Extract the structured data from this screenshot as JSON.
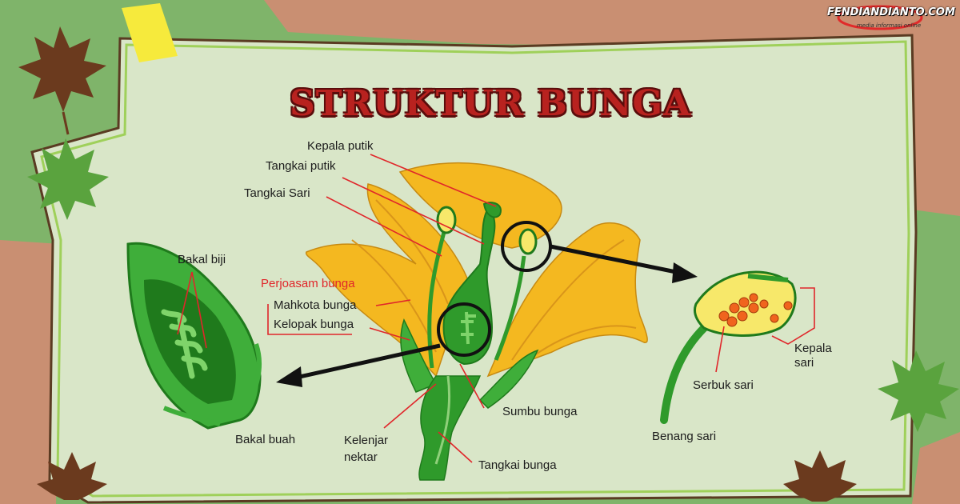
{
  "title": "STRUKTUR BUNGA",
  "watermark": {
    "text": "FENDIANDIANTO.COM",
    "tagline": "media informasi online"
  },
  "labels": {
    "kepala_putik": "Kepala putik",
    "tangkai_putik": "Tangkai putik",
    "tangkai_sari": "Tangkai Sari",
    "perhiasan_bunga": "Perjoasam bunga",
    "mahkota_bunga": "Mahkota bunga",
    "kelopak_bunga": "Kelopak bunga",
    "bakal_biji": "Bakal biji",
    "bakal_buah": "Bakal buah",
    "kelenjar": "Kelenjar",
    "nektar": "nektar",
    "sumbu_bunga": "Sumbu bunga",
    "tangkai_bunga": "Tangkai bunga",
    "serbuk_sari": "Serbuk sari",
    "kepala": "Kepala",
    "sari": "sari",
    "benang_sari": "Benang sari"
  },
  "colors": {
    "board": "#d9e6c8",
    "border": "#8fc64a",
    "petal": "#f4b820",
    "green_dark": "#1f7a1c",
    "green_light": "#3fae3a",
    "pointer": "#e0262a",
    "title": "#b8221f"
  },
  "icons": [
    "maple-leaf-brown-icon",
    "maple-leaf-green-icon",
    "yellow-tape-icon",
    "arrow-icon"
  ]
}
